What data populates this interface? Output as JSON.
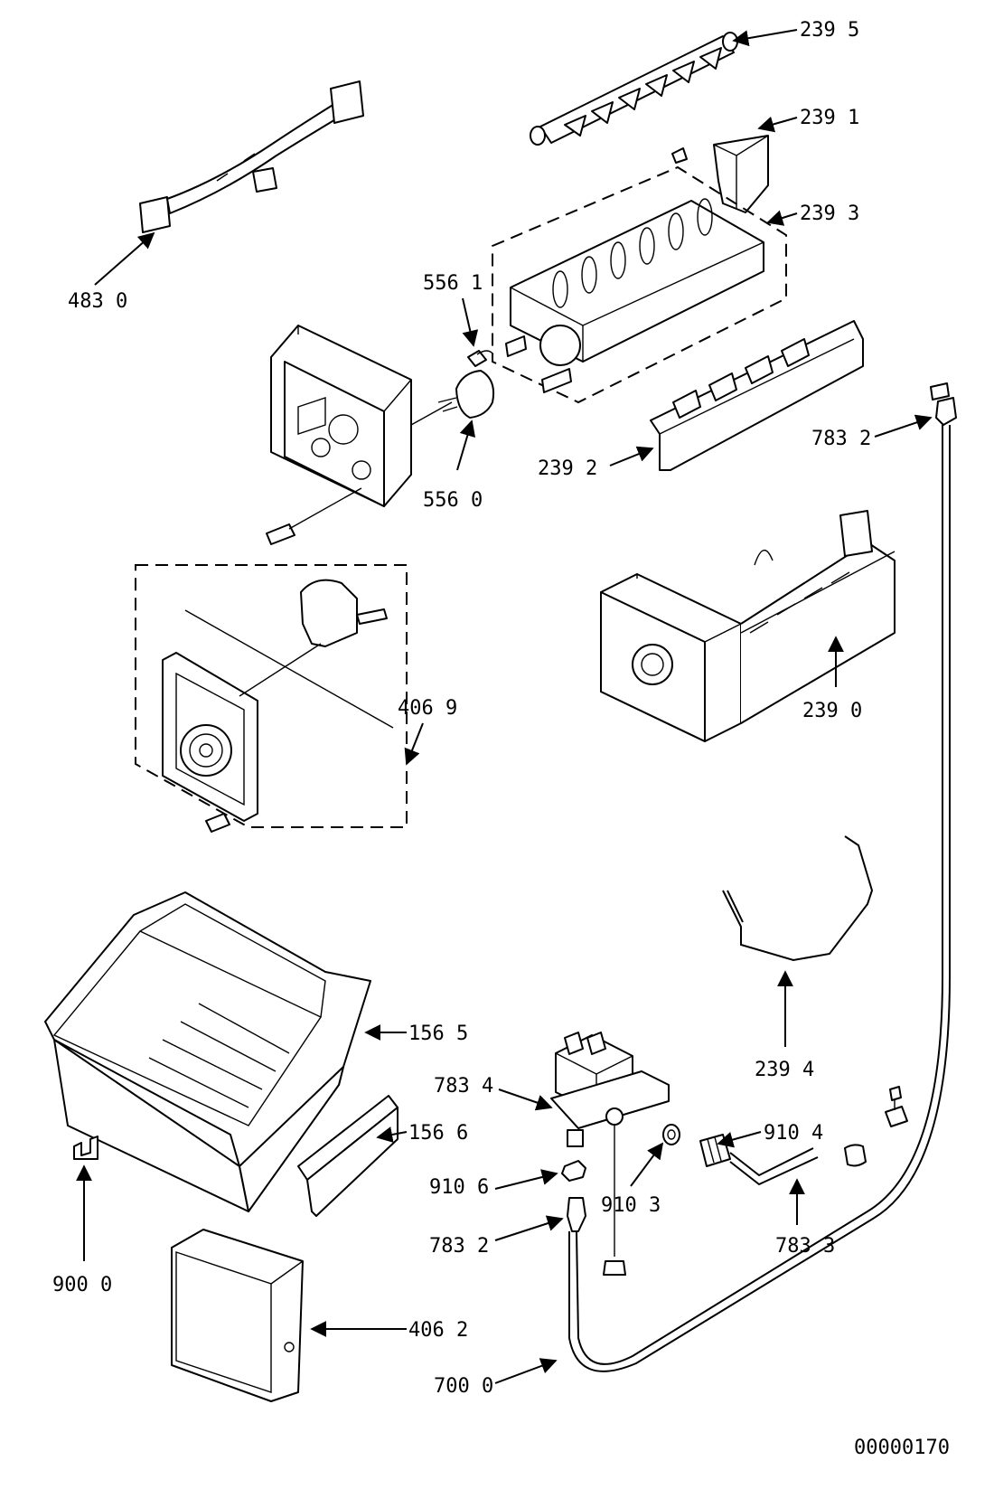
{
  "diagram": {
    "doc_number": "00000170",
    "callouts": {
      "p2395": "239 5",
      "p2391": "239 1",
      "p2393": "239 3",
      "p4830": "483 0",
      "p5561": "556 1",
      "p5560": "556 0",
      "p2392": "239 2",
      "p7832_top": "783 2",
      "p4069": "406 9",
      "p2390": "239 0",
      "p1565": "156 5",
      "p1566": "156 6",
      "p7834": "783 4",
      "p2394": "239 4",
      "p9104": "910 4",
      "p9106": "910 6",
      "p9103": "910 3",
      "p7832_bottom": "783 2",
      "p7833": "783 3",
      "p9000": "900 0",
      "p4062": "406 2",
      "p7000": "700 0"
    }
  }
}
